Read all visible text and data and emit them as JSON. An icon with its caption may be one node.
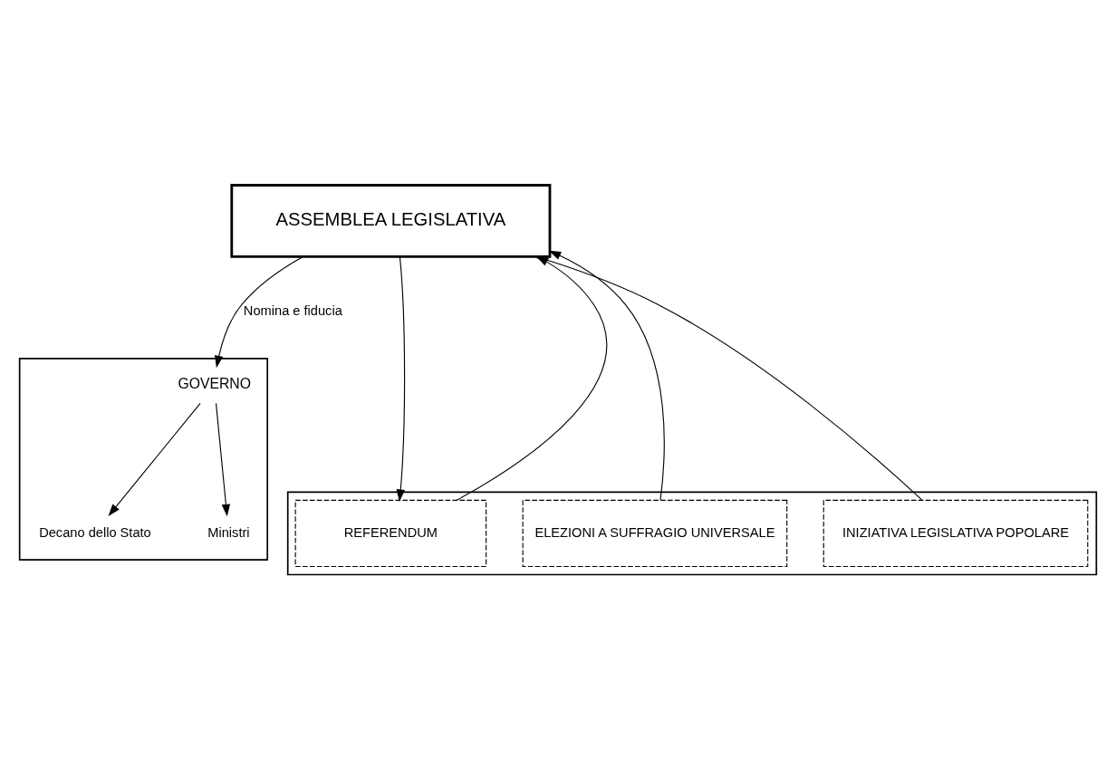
{
  "diagram": {
    "nodes": [
      {
        "text": [
          "ASSEMBLEA LEGISLATIVA"
        ]
      },
      {
        "text": [
          "GOVERNO"
        ]
      },
      {
        "text": [
          "Decano dello Stato"
        ],
        "in": 1
      },
      {
        "text": [
          "Ministri"
        ],
        "in": 1
      },
      {
        "text": [],
        "shape": "box"
      },
      {
        "text": [
          "REFERENDUM"
        ],
        "in": 4
      },
      {
        "text": [
          "ELEZIONI A SUFFRAGIO UNIVERSALE"
        ],
        "in": 4
      },
      {
        "text": [
          "INIZIATIVA LEGISLATIVA POPOLARE"
        ],
        "in": 4
      }
    ],
    "edges": [
      {
        "from": 0,
        "to": 1,
        "arrow": "to",
        "label": "Nomina e fiducia"
      },
      {
        "from": 1,
        "to": 2,
        "arrow": "to"
      },
      {
        "from": 1,
        "to": 3,
        "arrow": "to"
      },
      {
        "from": 5,
        "to": 0,
        "arrow": "to"
      },
      {
        "from": 0,
        "to": 5,
        "arrow": "to"
      },
      {
        "from": 6,
        "to": 0,
        "arrow": "to"
      },
      {
        "from": 7,
        "to": 0,
        "arrow": "to"
      }
    ]
  }
}
